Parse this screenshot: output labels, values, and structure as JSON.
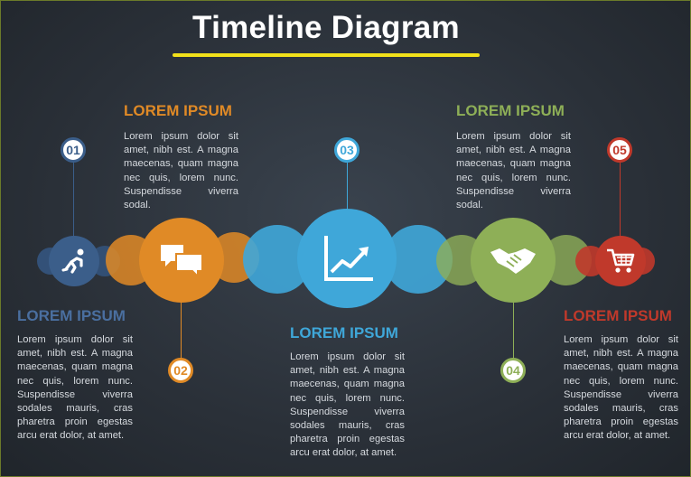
{
  "title": "Timeline Diagram",
  "colors": {
    "step1": "#3b5e8a",
    "step2": "#e08a26",
    "step3": "#3fa7d9",
    "step4": "#8eaf57",
    "step5": "#c0392b",
    "title_underline": "#f2e11a"
  },
  "steps": [
    {
      "number": "01",
      "heading": "LOREM IPSUM",
      "text": "Lorem ipsum dolor sit amet, nibh est. A magna maecenas, quam magna nec quis, lorem nunc. Suspendisse viverra sodales mauris, cras pharetra proin egestas arcu erat dolor, at amet.",
      "icon": "running-person-icon"
    },
    {
      "number": "02",
      "heading": "LOREM IPSUM",
      "text": "Lorem ipsum dolor sit amet, nibh est. A magna maecenas, quam magna nec quis, lorem nunc. Suspendisse viverra sodal.",
      "icon": "chat-bubbles-icon"
    },
    {
      "number": "03",
      "heading": "LOREM IPSUM",
      "text": "Lorem ipsum dolor sit amet, nibh est. A magna maecenas, quam magna nec quis, lorem nunc. Suspendisse viverra sodales mauris, cras pharetra proin egestas arcu erat dolor, at amet.",
      "icon": "growth-chart-icon"
    },
    {
      "number": "04",
      "heading": "LOREM IPSUM",
      "text": "Lorem ipsum dolor sit amet, nibh est. A magna maecenas, quam magna nec quis, lorem nunc. Suspendisse viverra sodal.",
      "icon": "handshake-icon"
    },
    {
      "number": "05",
      "heading": "LOREM IPSUM",
      "text": "Lorem ipsum dolor sit amet, nibh est. A magna maecenas, quam magna nec quis, lorem nunc. Suspendisse viverra sodales mauris, cras pharetra proin egestas arcu erat dolor, at amet.",
      "icon": "shopping-cart-icon"
    }
  ]
}
